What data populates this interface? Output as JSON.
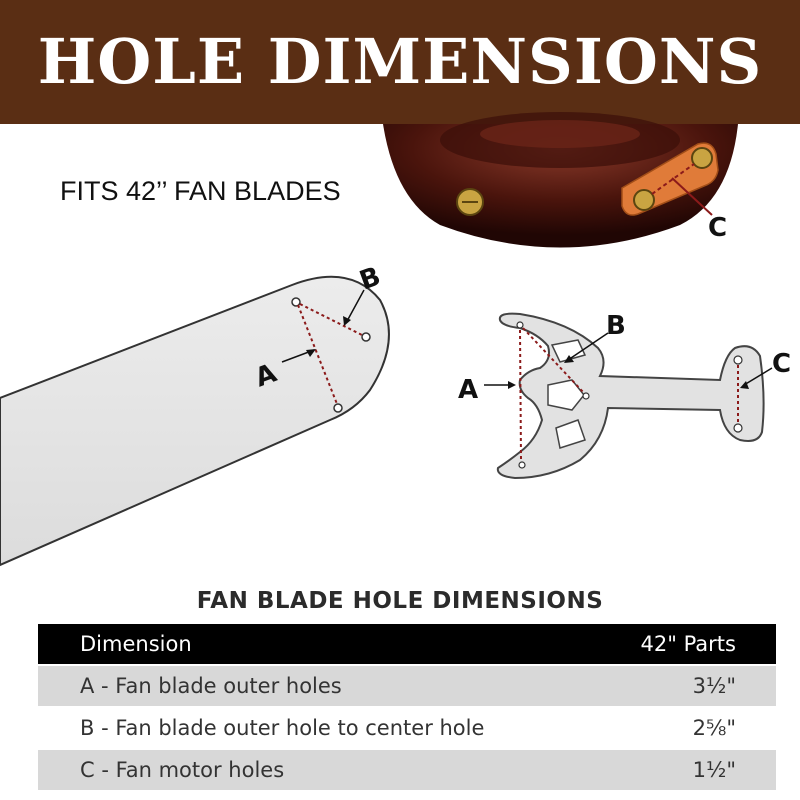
{
  "banner": {
    "title": "HOLE DIMENSIONS"
  },
  "subtitle": "FITS 42’’ FAN BLADES",
  "diagram_labels": {
    "a": "A",
    "b": "B",
    "c": "C"
  },
  "table": {
    "title": "FAN BLADE HOLE DIMENSIONS",
    "header": {
      "col1": "Dimension",
      "col2": "42\" Parts"
    },
    "rows": [
      {
        "dimension": "A - Fan blade outer holes",
        "value": "3½\""
      },
      {
        "dimension": "B - Fan blade outer hole to center hole",
        "value": "2⅝\""
      },
      {
        "dimension": "C - Fan motor holes",
        "value": "1½\""
      }
    ]
  },
  "colors": {
    "banner": "#5a2e14",
    "motor": "#4a140c",
    "bracket": "#e07b39",
    "dotted": "#8b1a1a"
  }
}
